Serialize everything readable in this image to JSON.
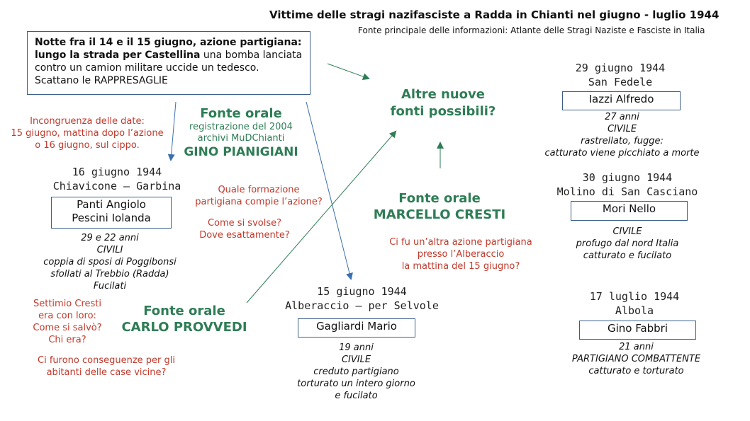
{
  "header": {
    "title": "Vittime delle stragi nazifasciste a Radda in Chianti  nel giugno - luglio 1944",
    "subtitle": "Fonte principale delle informazioni: Atlante delle Stragi Naziste e Fasciste in Italia"
  },
  "intro": {
    "bold_text": "Notte fra il 14 e il 15 giugno, azione partigiana: lungo la strada per Castellina",
    "text": " una bomba lanciata contro un camion militare uccide un tedesco. Scattano le RAPPRESAGLIE"
  },
  "incongruenza": [
    "Incongruenza delle date:",
    "15 giugno, mattina dopo l’azione",
    "o 16 giugno, sul cippo."
  ],
  "fonte_pianigiani": {
    "label": "Fonte orale",
    "details": [
      "registrazione del 2004",
      "archivi MuDChianti"
    ],
    "name": "GINO PIANIGIANI"
  },
  "altre_fonti": [
    "Altre nuove",
    "fonti possibili?"
  ],
  "event_16": {
    "date": "16 giugno 1944",
    "place": "Chiavicone – Garbina",
    "names": [
      "Panti Angiolo",
      "Pescini Iolanda"
    ],
    "details": [
      "29 e 22 anni",
      "CIVILI",
      "coppia di sposi di Poggibonsi",
      "sfollati al Trebbio (Radda)",
      "Fucilati"
    ]
  },
  "questions_formazione": [
    "Quale formazione",
    "partigiana compie l’azione?"
  ],
  "questions_svolse": [
    "Come si svolse?",
    "Dove esattamente?"
  ],
  "questions_settimio": [
    "Settimio Cresti",
    "era con loro:",
    "Come si salvò?",
    "Chi era?"
  ],
  "questions_conseguenze": [
    "Ci furono conseguenze per gli",
    "abitanti delle case vicine?"
  ],
  "fonte_provvedi": {
    "label": "Fonte orale",
    "name": "CARLO PROVVEDI"
  },
  "fonte_cresti": {
    "label": "Fonte orale",
    "name": "MARCELLO CRESTI"
  },
  "questions_alberaccio": [
    "Ci fu un’altra azione partigiana",
    "presso l’Alberaccio",
    "la mattina del 15 giugno?"
  ],
  "event_15": {
    "date": "15 giugno 1944",
    "place": "Alberaccio – per Selvole",
    "name": "Gagliardi Mario",
    "details": [
      "19 anni",
      "CIVILE",
      "creduto partigiano",
      "torturato un intero giorno",
      "e fucilato"
    ]
  },
  "event_29": {
    "date": "29 giugno 1944",
    "place": "San Fedele",
    "name": "Iazzi Alfredo",
    "details": [
      "27 anni",
      "CIVILE",
      "rastrellato, fugge:",
      "catturato viene picchiato a morte"
    ]
  },
  "event_30": {
    "date": "30 giugno 1944",
    "place": "Molino di San Casciano",
    "name": "Mori Nello",
    "details": [
      "CIVILE",
      "profugo dal nord Italia",
      "catturato e fucilato"
    ]
  },
  "event_17l": {
    "date": "17 luglio 1944",
    "place": "Albola",
    "name": "Gino Fabbri",
    "details": [
      "21 anni",
      "PARTIGIANO COMBATTENTE",
      "catturato e torturato"
    ]
  },
  "colors": {
    "red": "#c0392b",
    "green": "#2e7d55",
    "blue": "#3b5f8a"
  }
}
